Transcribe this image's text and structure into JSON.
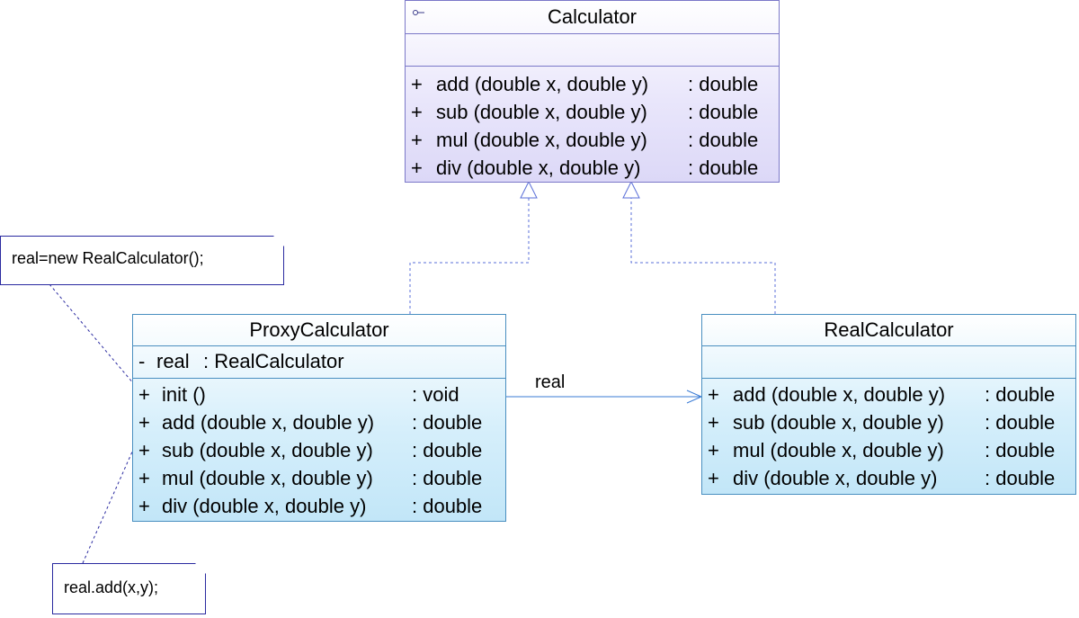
{
  "classes": {
    "calculator": {
      "name": "Calculator",
      "stereotype_icon": "interface-lollipop-icon",
      "operations": [
        {
          "vis": "+",
          "sig": "add (double x, double y)",
          "type": ": double"
        },
        {
          "vis": "+",
          "sig": "sub (double x, double y)",
          "type": ": double"
        },
        {
          "vis": "+",
          "sig": "mul (double x, double y)",
          "type": ": double"
        },
        {
          "vis": "+",
          "sig": "div (double x, double y)",
          "type": ": double"
        }
      ]
    },
    "proxy": {
      "name": "ProxyCalculator",
      "attributes": [
        {
          "vis": "-",
          "sig": "real",
          "type": ": RealCalculator"
        }
      ],
      "operations": [
        {
          "vis": "+",
          "sig": "init ()",
          "type": ": void"
        },
        {
          "vis": "+",
          "sig": "add (double x, double y)",
          "type": ": double"
        },
        {
          "vis": "+",
          "sig": "sub (double x, double y)",
          "type": ": double"
        },
        {
          "vis": "+",
          "sig": "mul (double x, double y)",
          "type": ": double"
        },
        {
          "vis": "+",
          "sig": "div (double x, double y)",
          "type": ": double"
        }
      ]
    },
    "real": {
      "name": "RealCalculator",
      "operations": [
        {
          "vis": "+",
          "sig": "add (double x, double y)",
          "type": ": double"
        },
        {
          "vis": "+",
          "sig": "sub (double x, double y)",
          "type": ": double"
        },
        {
          "vis": "+",
          "sig": "mul (double x, double y)",
          "type": ": double"
        },
        {
          "vis": "+",
          "sig": "div (double x, double y)",
          "type": ": double"
        }
      ]
    }
  },
  "notes": {
    "init_note": "real=new RealCalculator();",
    "add_note": "real.add(x,y);"
  },
  "association": {
    "label": "real"
  },
  "colors": {
    "class_border": "#4a8fc0",
    "interface_border": "#7b78c8",
    "note_border": "#2a2aa0",
    "connector": "#4a6fd0"
  }
}
